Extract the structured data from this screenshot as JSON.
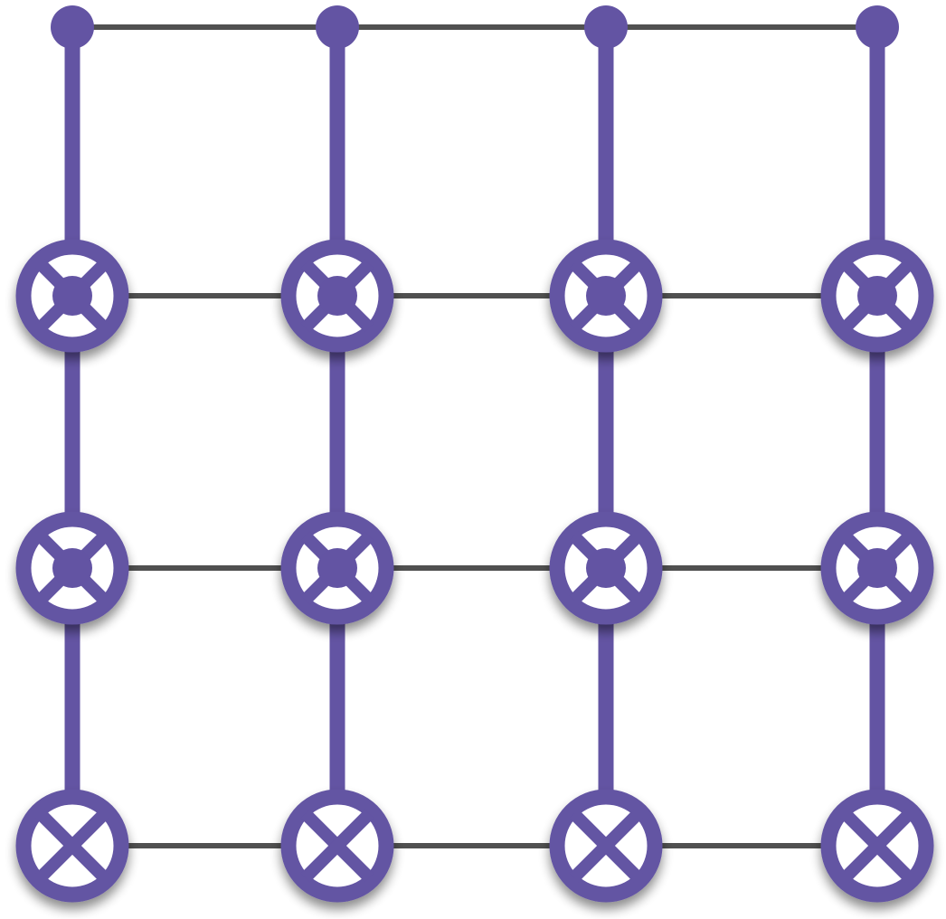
{
  "diagram": {
    "type": "cnot-grid",
    "columns": 4,
    "rows": [
      {
        "row": 1,
        "kind": "control"
      },
      {
        "row": 2,
        "kind": "target-control"
      },
      {
        "row": 3,
        "kind": "target-control"
      },
      {
        "row": 4,
        "kind": "target"
      }
    ],
    "colors": {
      "gate": "#6354a3",
      "wire": "#505050",
      "background": "#ffffff",
      "gate_fill": "#ffffff",
      "shadow": "#4a4a4a"
    }
  }
}
